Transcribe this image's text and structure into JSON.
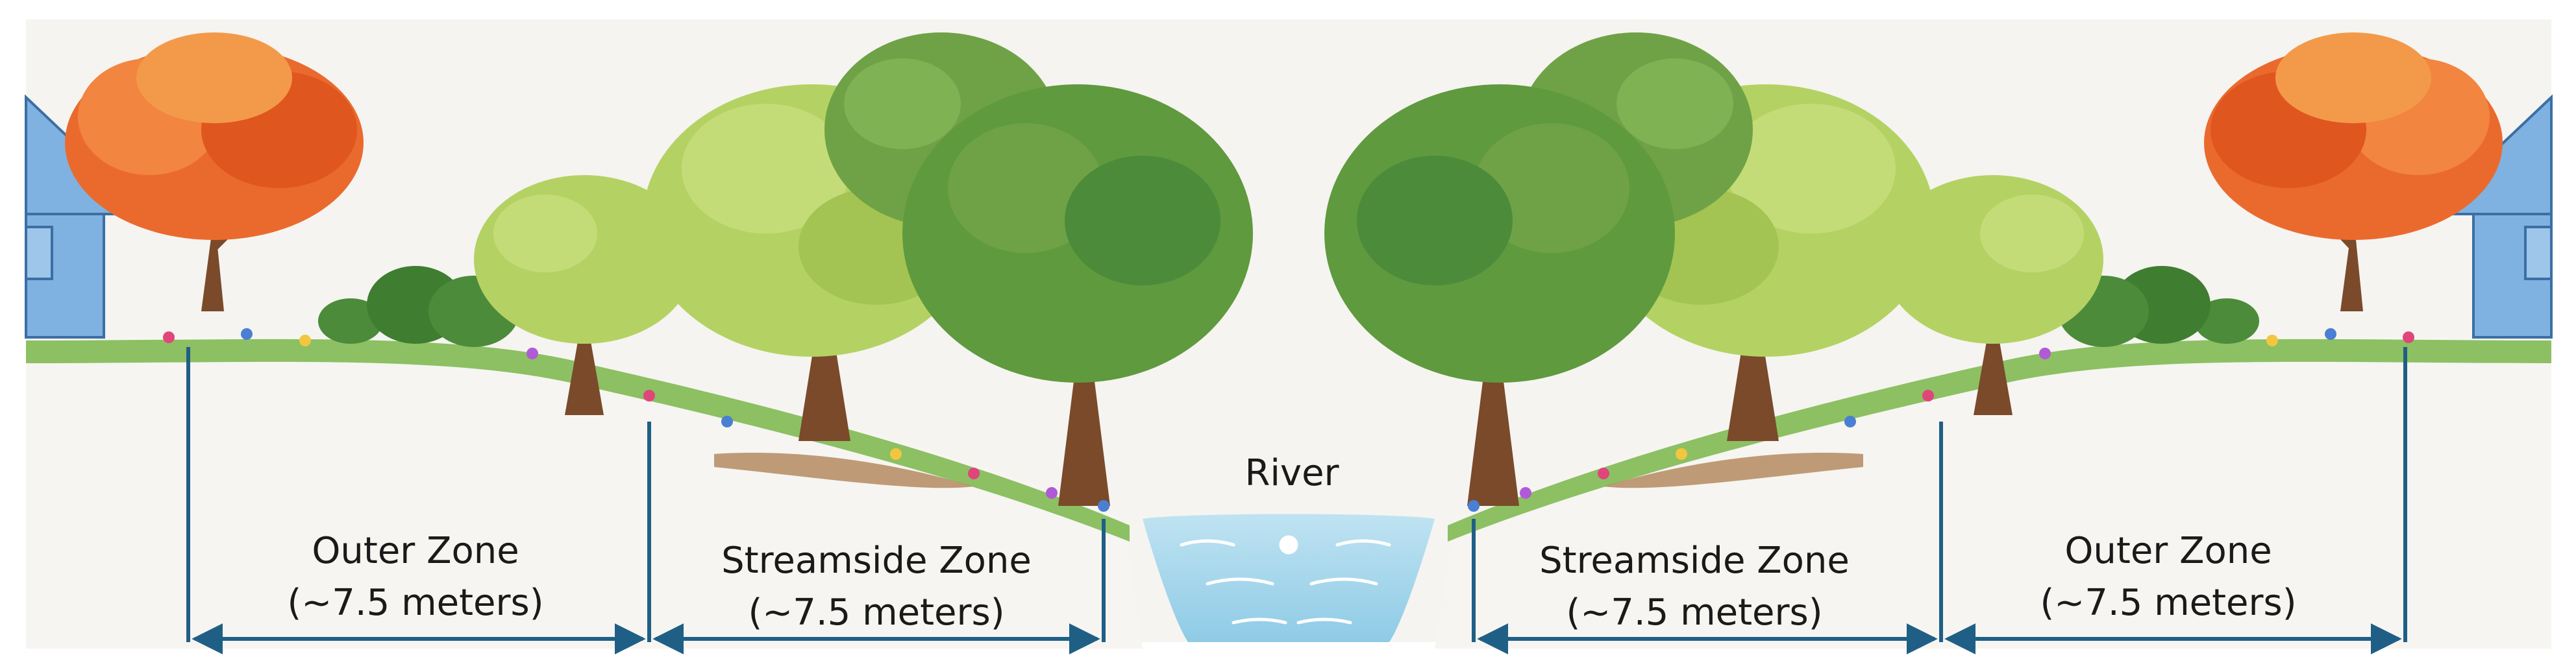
{
  "river": {
    "label": "River"
  },
  "zones": [
    {
      "name": "Outer Zone",
      "width": "(~7.5 meters)"
    },
    {
      "name": "Streamside Zone",
      "width": "(~7.5 meters)"
    },
    {
      "name": "Streamside Zone",
      "width": "(~7.5 meters)"
    },
    {
      "name": "Outer Zone",
      "width": "(~7.5 meters)"
    }
  ],
  "colors": {
    "measure_line": "#1f5f86",
    "grass": "#8cc063",
    "soil": "#b58a62",
    "water": "#9fd3ea",
    "house": "#7fb2e0",
    "autumn_tree": "#ea6a2e",
    "light_tree": "#b4d263",
    "mid_tree": "#6fa246",
    "dark_tree": "#4c8b3a",
    "trunk": "#7a4a2b",
    "background": "#f5f4f0"
  }
}
